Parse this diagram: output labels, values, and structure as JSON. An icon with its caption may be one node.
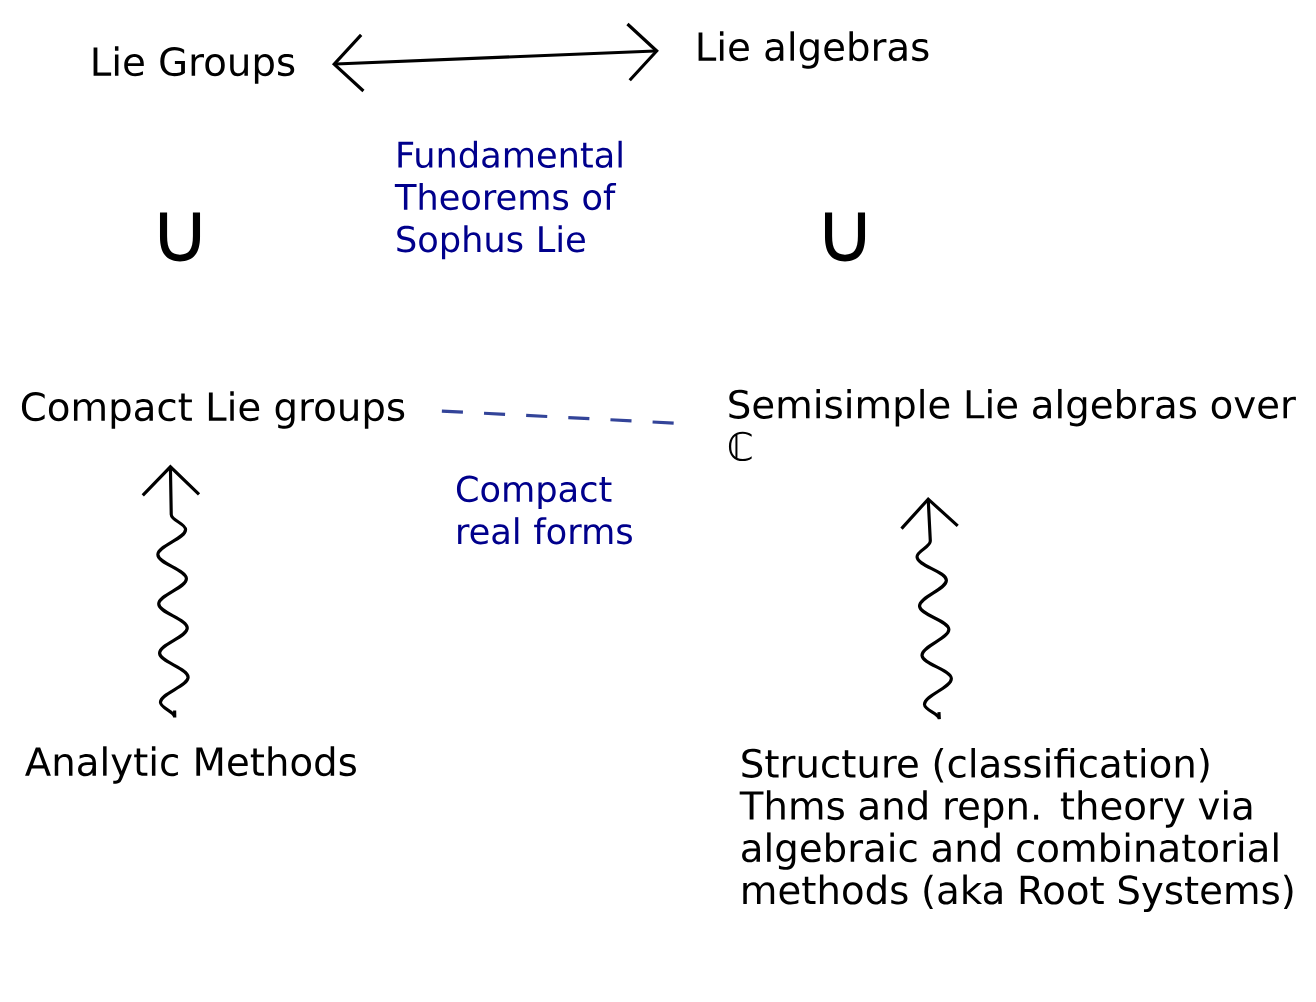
{
  "diagram": {
    "nodes": [
      {
        "text": [
          "Lie Groups"
        ]
      },
      {
        "text": [
          "Lie algebras"
        ]
      },
      {
        "text": [
          "Compact Lie groups"
        ]
      },
      {
        "text": [
          "Semisimple Lie algebras over ℂ"
        ]
      },
      {
        "text": [
          "Analytic Methods"
        ]
      },
      {
        "text": [
          "Structure (classification) Thms and repn. theory via algebraic and combinatorial methods (aka Root Systems)"
        ]
      }
    ],
    "edges": [
      {
        "from": 0,
        "to": 1,
        "arrow": "both",
        "label": "Fundamental Theorems of Sophus Lie"
      },
      {
        "from": 2,
        "to": 3,
        "arrow": "none",
        "style": "dashed",
        "color": "#334499",
        "label": "Compact real forms"
      },
      {
        "from": 4,
        "to": 2,
        "arrow": "to"
      },
      {
        "from": 5,
        "to": 3,
        "arrow": "to"
      }
    ],
    "labels": [
      "∪",
      "∪"
    ]
  }
}
